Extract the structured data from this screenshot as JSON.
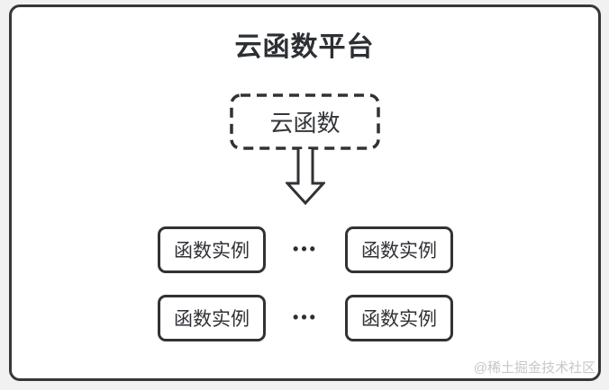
{
  "diagram": {
    "title": "云函数平台",
    "ellipsis": "•••",
    "watermark": "@稀土掘金技术社区",
    "colors": {
      "border": "#35373b",
      "text": "#2c2f33",
      "panel_background": "#ffffff",
      "page_background": "#f1f1f2",
      "watermark": "#c7c7c7"
    }
  },
  "nodes": {
    "cloud_function": {
      "label": "云函数"
    },
    "instances": [
      {
        "label": "函数实例"
      },
      {
        "label": "函数实例"
      },
      {
        "label": "函数实例"
      },
      {
        "label": "函数实例"
      }
    ]
  }
}
